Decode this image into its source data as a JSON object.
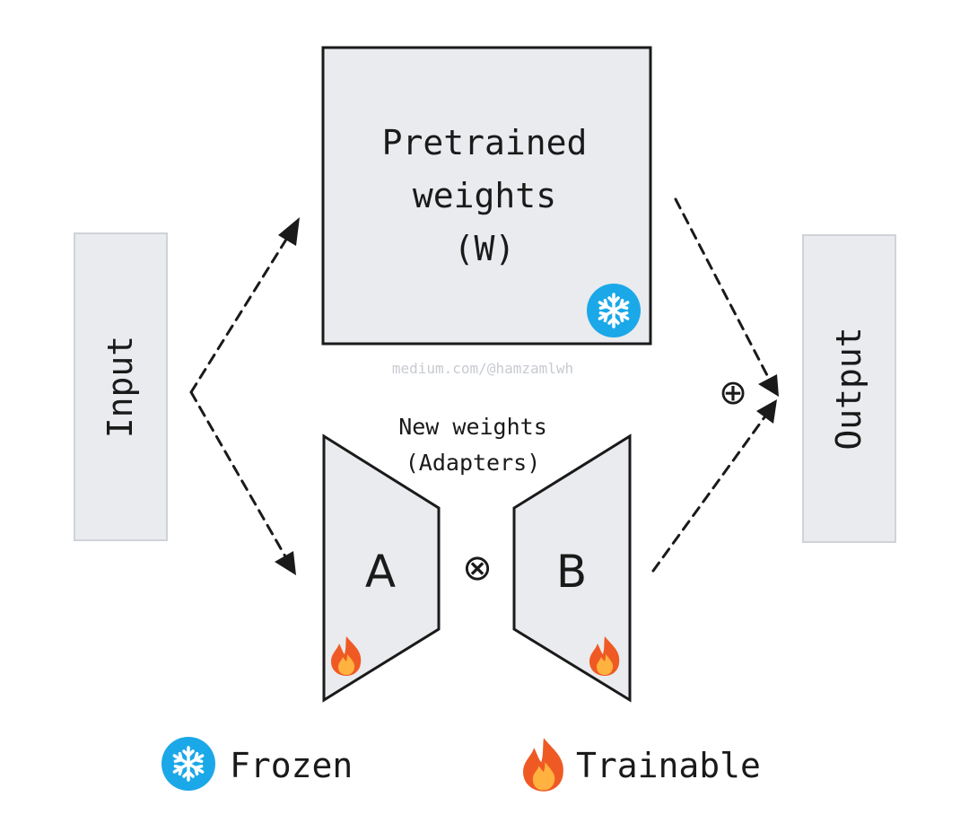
{
  "nodes": {
    "input": {
      "label": "Input"
    },
    "output": {
      "label": "Output"
    },
    "pretrained": {
      "line1": "Pretrained",
      "line2": "weights",
      "line3": "(W)",
      "status_icon": "snowflake-icon"
    },
    "adapters": {
      "caption_line1": "New weights",
      "caption_line2": "(Adapters)",
      "a_label": "A",
      "b_label": "B",
      "a_status_icon": "fire-icon",
      "b_status_icon": "fire-icon"
    }
  },
  "operators": {
    "multiply": "⊗",
    "add": "⊕"
  },
  "watermark": "medium.com/@hamzamlwh",
  "legend": {
    "frozen_label": "Frozen",
    "trainable_label": "Trainable"
  },
  "colors": {
    "box_fill": "#e9ebee",
    "frozen_icon": "#1ba8e8",
    "fire_outer": "#ef5a24",
    "fire_inner": "#ffb23f"
  }
}
